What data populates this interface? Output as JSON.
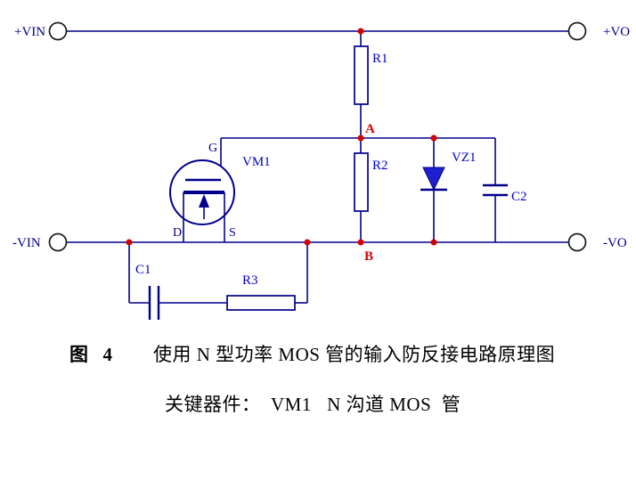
{
  "page": {
    "background": "#ffffff"
  },
  "diagram": {
    "colors": {
      "wire": "#00008b",
      "component_label": "#0000cd",
      "node_label": "#d40000",
      "junction_dot": "#d40000",
      "terminal_label": "#00008b",
      "zener_fill": "#1f1fd0",
      "terminal_stroke": "#1a1a1a",
      "caption_text": "#000000"
    },
    "terminals": {
      "top_left": "+VIN",
      "top_right": "+VO",
      "bottom_left": "-VIN",
      "bottom_right": "-VO"
    },
    "labels": {
      "r1": "R1",
      "r2": "R2",
      "r3": "R3",
      "c1": "C1",
      "c2": "C2",
      "vz1": "VZ1",
      "vm1": "VM1",
      "node_a": "A",
      "node_b": "B",
      "pin_g": "G",
      "pin_d": "D",
      "pin_s": "S"
    }
  },
  "caption": {
    "figure_label": "图  4",
    "figure_title": "使用 N 型功率 MOS 管的输入防反接电路原理图",
    "key_components": "关键器件：  VM1   N 沟道 MOS  管"
  }
}
